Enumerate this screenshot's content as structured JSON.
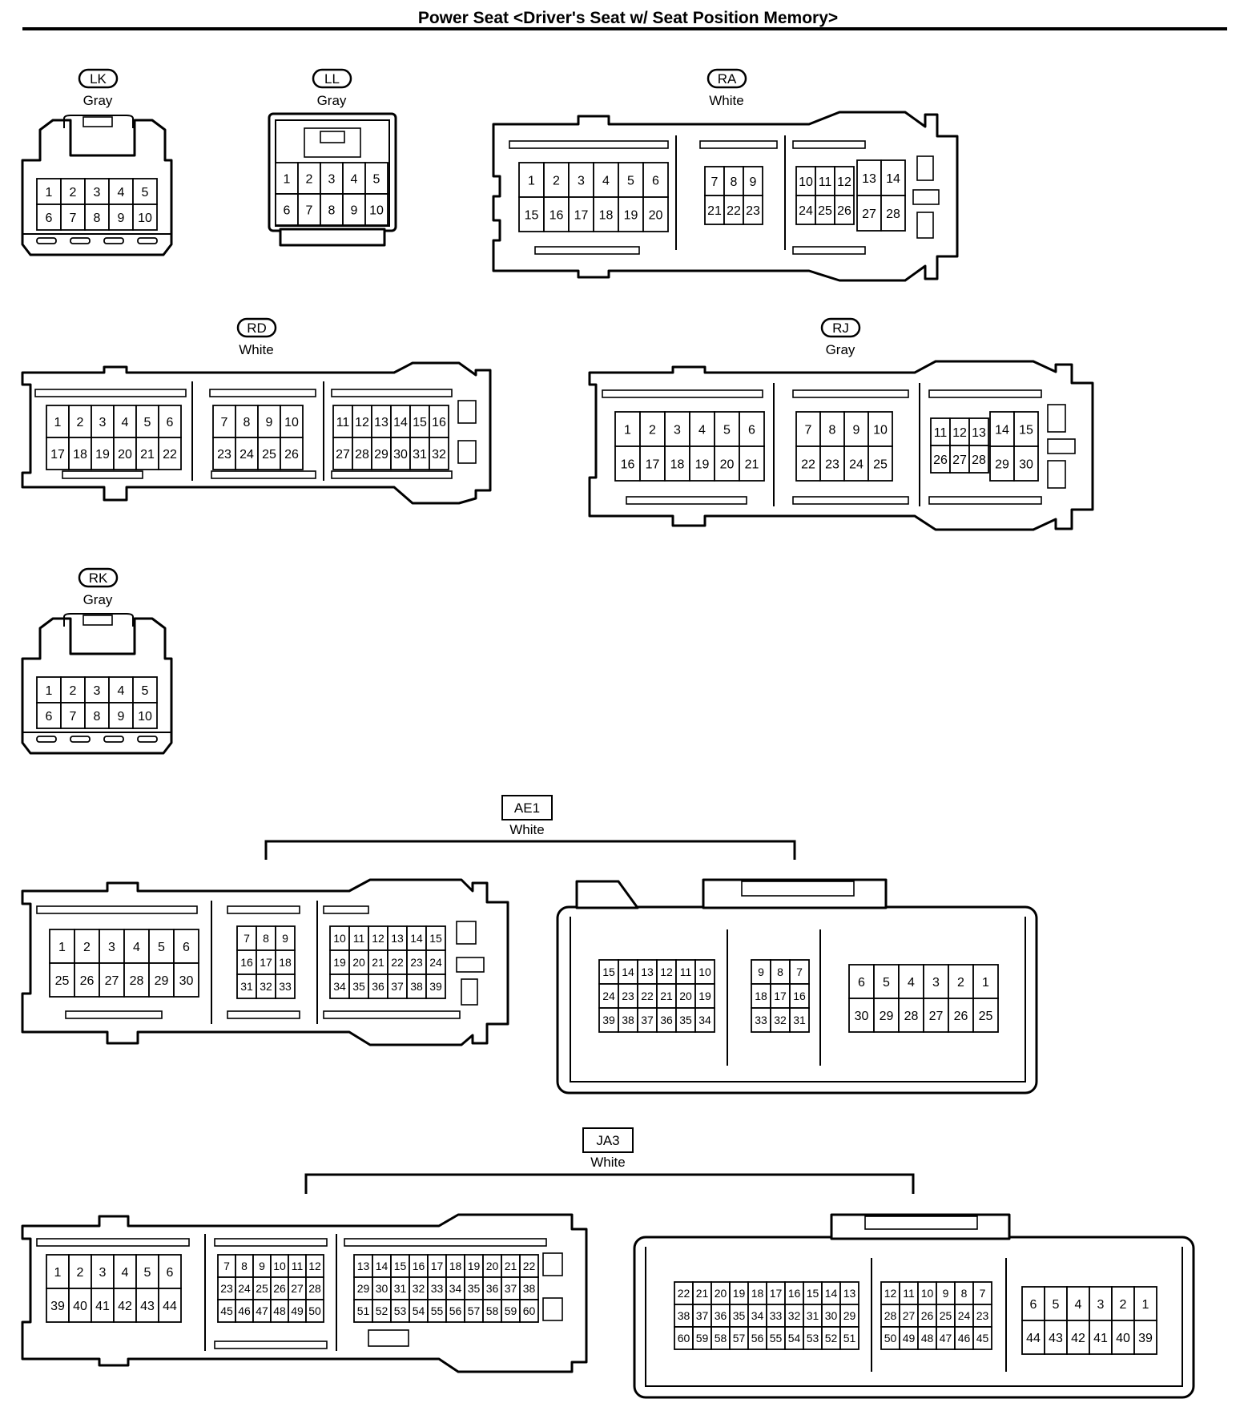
{
  "title": "Power Seat <Driver's Seat w/ Seat Position Memory>",
  "connectors": {
    "LK": {
      "id": "LK",
      "color": "Gray",
      "rows": [
        [
          "1",
          "2",
          "3",
          "4",
          "5"
        ],
        [
          "6",
          "7",
          "8",
          "9",
          "10"
        ]
      ]
    },
    "LL": {
      "id": "LL",
      "color": "Gray",
      "rows": [
        [
          "1",
          "2",
          "3",
          "4",
          "5"
        ],
        [
          "6",
          "7",
          "8",
          "9",
          "10"
        ]
      ]
    },
    "RA": {
      "id": "RA",
      "color": "White",
      "blocks": [
        [
          [
            "1",
            "2",
            "3",
            "4",
            "5",
            "6"
          ],
          [
            "15",
            "16",
            "17",
            "18",
            "19",
            "20"
          ]
        ],
        [
          [
            "7",
            "8",
            "9"
          ],
          [
            "21",
            "22",
            "23"
          ]
        ],
        [
          [
            "10",
            "11",
            "12"
          ],
          [
            "24",
            "25",
            "26"
          ]
        ],
        [
          [
            "13",
            "14"
          ],
          [
            "27",
            "28"
          ]
        ]
      ]
    },
    "RD": {
      "id": "RD",
      "color": "White",
      "blocks": [
        [
          [
            "1",
            "2",
            "3",
            "4",
            "5",
            "6"
          ],
          [
            "17",
            "18",
            "19",
            "20",
            "21",
            "22"
          ]
        ],
        [
          [
            "7",
            "8",
            "9",
            "10"
          ],
          [
            "23",
            "24",
            "25",
            "26"
          ]
        ],
        [
          [
            "11",
            "12",
            "13",
            "14",
            "15",
            "16"
          ],
          [
            "27",
            "28",
            "29",
            "30",
            "31",
            "32"
          ]
        ]
      ]
    },
    "RJ": {
      "id": "RJ",
      "color": "Gray",
      "blocks": [
        [
          [
            "1",
            "2",
            "3",
            "4",
            "5",
            "6"
          ],
          [
            "16",
            "17",
            "18",
            "19",
            "20",
            "21"
          ]
        ],
        [
          [
            "7",
            "8",
            "9",
            "10"
          ],
          [
            "22",
            "23",
            "24",
            "25"
          ]
        ],
        [
          [
            "11",
            "12",
            "13"
          ],
          [
            "26",
            "27",
            "28"
          ]
        ],
        [
          [
            "14",
            "15"
          ],
          [
            "29",
            "30"
          ]
        ]
      ]
    },
    "RK": {
      "id": "RK",
      "color": "Gray",
      "rows": [
        [
          "1",
          "2",
          "3",
          "4",
          "5"
        ],
        [
          "6",
          "7",
          "8",
          "9",
          "10"
        ]
      ]
    },
    "AE1": {
      "id": "AE1",
      "color": "White",
      "left_blocks": [
        [
          [
            "1",
            "2",
            "3",
            "4",
            "5",
            "6"
          ],
          [
            "25",
            "26",
            "27",
            "28",
            "29",
            "30"
          ]
        ],
        [
          [
            "7",
            "8",
            "9"
          ],
          [
            "16",
            "17",
            "18"
          ],
          [
            "31",
            "32",
            "33"
          ]
        ],
        [
          [
            "10",
            "11",
            "12",
            "13",
            "14",
            "15"
          ],
          [
            "19",
            "20",
            "21",
            "22",
            "23",
            "24"
          ],
          [
            "34",
            "35",
            "36",
            "37",
            "38",
            "39"
          ]
        ]
      ],
      "right_blocks": [
        [
          [
            "15",
            "14",
            "13",
            "12",
            "11",
            "10"
          ],
          [
            "24",
            "23",
            "22",
            "21",
            "20",
            "19"
          ],
          [
            "39",
            "38",
            "37",
            "36",
            "35",
            "34"
          ]
        ],
        [
          [
            "9",
            "8",
            "7"
          ],
          [
            "18",
            "17",
            "16"
          ],
          [
            "33",
            "32",
            "31"
          ]
        ],
        [
          [
            "6",
            "5",
            "4",
            "3",
            "2",
            "1"
          ],
          [
            "30",
            "29",
            "28",
            "27",
            "26",
            "25"
          ]
        ]
      ]
    },
    "JA3": {
      "id": "JA3",
      "color": "White",
      "left_blocks": [
        [
          [
            "1",
            "2",
            "3",
            "4",
            "5",
            "6"
          ],
          [
            "39",
            "40",
            "41",
            "42",
            "43",
            "44"
          ]
        ],
        [
          [
            "7",
            "8",
            "9",
            "10",
            "11",
            "12"
          ],
          [
            "23",
            "24",
            "25",
            "26",
            "27",
            "28"
          ],
          [
            "45",
            "46",
            "47",
            "48",
            "49",
            "50"
          ]
        ],
        [
          [
            "13",
            "14",
            "15",
            "16",
            "17",
            "18",
            "19",
            "20",
            "21",
            "22"
          ],
          [
            "29",
            "30",
            "31",
            "32",
            "33",
            "34",
            "35",
            "36",
            "37",
            "38"
          ],
          [
            "51",
            "52",
            "53",
            "54",
            "55",
            "56",
            "57",
            "58",
            "59",
            "60"
          ]
        ]
      ],
      "right_blocks": [
        [
          [
            "22",
            "21",
            "20",
            "19",
            "18",
            "17",
            "16",
            "15",
            "14",
            "13"
          ],
          [
            "38",
            "37",
            "36",
            "35",
            "34",
            "33",
            "32",
            "31",
            "30",
            "29"
          ],
          [
            "60",
            "59",
            "58",
            "57",
            "56",
            "55",
            "54",
            "53",
            "52",
            "51"
          ]
        ],
        [
          [
            "12",
            "11",
            "10",
            "9",
            "8",
            "7"
          ],
          [
            "28",
            "27",
            "26",
            "25",
            "24",
            "23"
          ],
          [
            "50",
            "49",
            "48",
            "47",
            "46",
            "45"
          ]
        ],
        [
          [
            "6",
            "5",
            "4",
            "3",
            "2",
            "1"
          ],
          [
            "44",
            "43",
            "42",
            "41",
            "40",
            "39"
          ]
        ]
      ]
    }
  }
}
